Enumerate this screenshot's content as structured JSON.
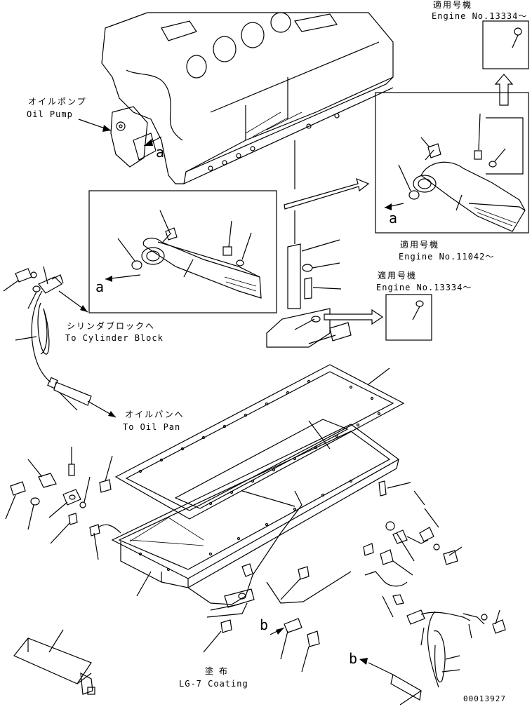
{
  "labels": {
    "oil_pump_jp": "オイルポンプ",
    "oil_pump_en": "Oil Pump",
    "applicable_top_jp": "適用号機",
    "applicable_top_en": "Engine No.13334～",
    "applicable_mid_jp": "適用号機",
    "applicable_mid_en": "Engine No.11042～",
    "applicable_right_jp": "適用号機",
    "applicable_right_en": "Engine No.13334～",
    "cylinder_block_jp": "シリンダブロックへ",
    "cylinder_block_en": "To Cylinder Block",
    "oil_pan_jp": "オイルパンへ",
    "oil_pan_en": "To Oil Pan",
    "coating_jp": "塗 布",
    "coating_en": "LG-7 Coating",
    "ref_a1": "a",
    "ref_a2": "a",
    "ref_a3": "a",
    "ref_b1": "b",
    "ref_b2": "b",
    "drawing_no": "00013927"
  }
}
